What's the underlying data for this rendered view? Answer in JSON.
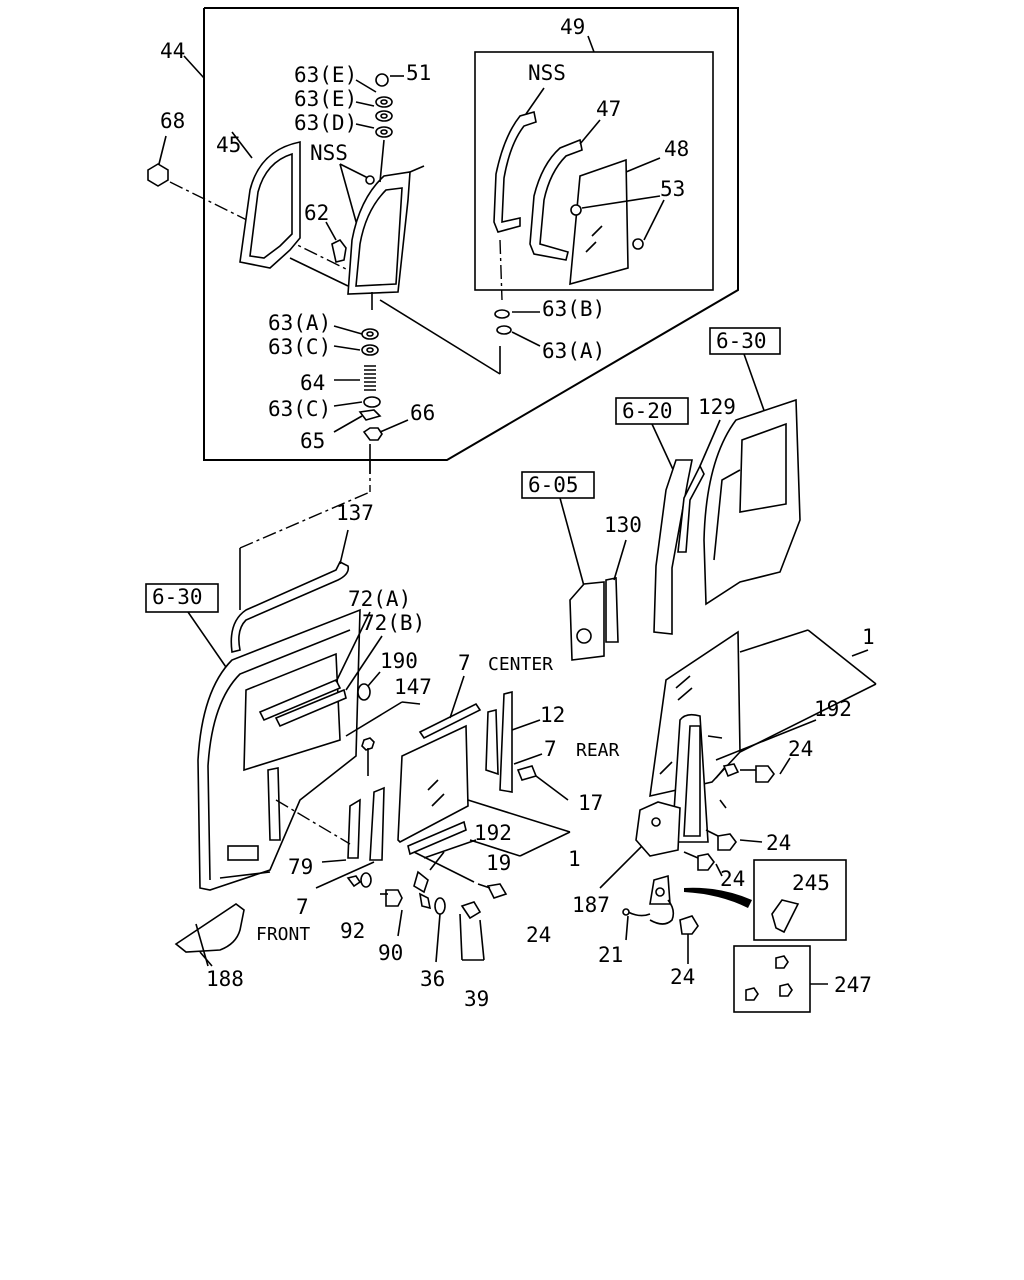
{
  "diagram": {
    "labels": {
      "l44": "44",
      "l68": "68",
      "l45": "45",
      "l62": "62",
      "l49": "49",
      "lnss1": "NSS",
      "lnss2": "NSS",
      "l47": "47",
      "l48": "48",
      "l53": "53",
      "l51": "51",
      "l63e1": "63(E)",
      "l63e2": "63(E)",
      "l63d": "63(D)",
      "l63b": "63(B)",
      "l63a2": "63(A)",
      "l63a1": "63(A)",
      "l63c1": "63(C)",
      "l64": "64",
      "l63c2": "63(C)",
      "l65": "65",
      "l66": "66",
      "l630a": "6-30",
      "l620": "6-20",
      "l129": "129",
      "l605": "6-05",
      "l130": "130",
      "l137": "137",
      "l630b": "6-30",
      "l72a": "72(A)",
      "l72b": "72(B)",
      "l190": "190",
      "l147": "147",
      "l7a": "7",
      "lcenter": "CENTER",
      "l12": "12",
      "l7b": "7",
      "lrear": "REAR",
      "l17": "17",
      "l192a": "192",
      "l19": "19",
      "l1a": "1",
      "l79": "79",
      "l7c": "7",
      "lfront": "FRONT",
      "l92": "92",
      "l90": "90",
      "l36": "36",
      "l39": "39",
      "l24a": "24",
      "l188": "188",
      "l1b": "1",
      "l192b": "192",
      "l24b": "24",
      "l24c": "24",
      "l24d": "24",
      "l187": "187",
      "l245": "245",
      "l21": "21",
      "l24e": "24",
      "l247": "247"
    }
  }
}
